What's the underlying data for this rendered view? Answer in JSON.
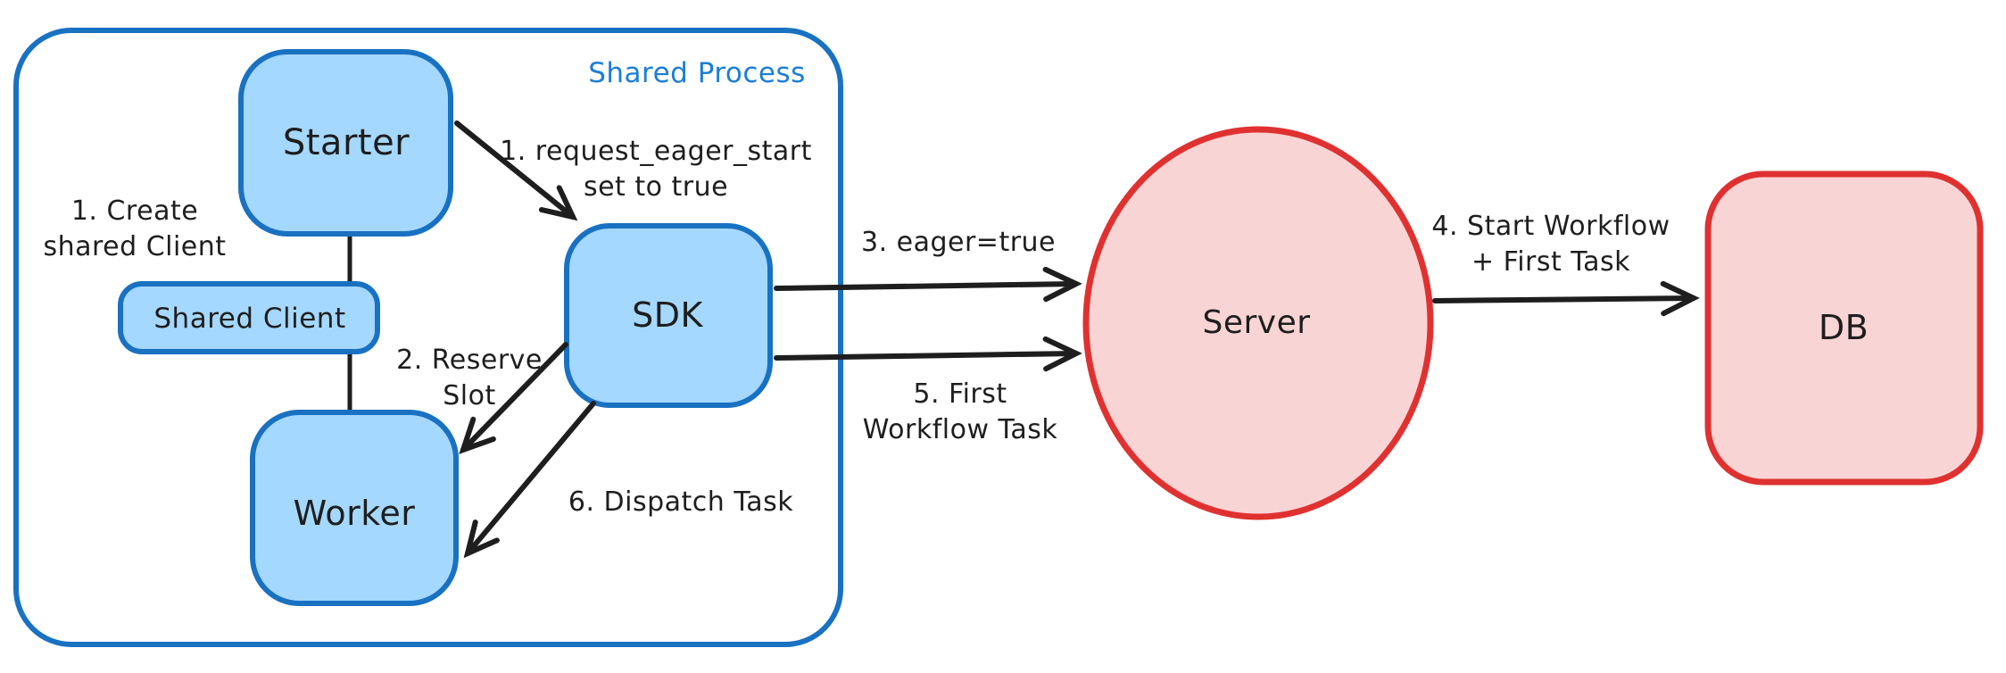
{
  "diagram": {
    "frame": {
      "label": "Shared Process"
    },
    "nodes": {
      "starter": {
        "label": "Starter"
      },
      "shared_client": {
        "label": "Shared Client"
      },
      "worker": {
        "label": "Worker"
      },
      "sdk": {
        "label": "SDK"
      },
      "server": {
        "label": "Server"
      },
      "db": {
        "label": "DB"
      }
    },
    "annotations": {
      "create_shared_client": {
        "line1": "1. Create",
        "line2": "shared Client"
      },
      "request_eager_start": {
        "line1": "1. request_eager_start",
        "line2": "set to true"
      },
      "reserve_slot": {
        "line1": "2. Reserve",
        "line2": "Slot"
      },
      "dispatch_task": {
        "text": "6. Dispatch Task"
      },
      "eager_true": {
        "text": "3. eager=true"
      },
      "first_workflow_task": {
        "line1": "5. First",
        "line2": "Workflow Task"
      },
      "start_workflow": {
        "line1": "4. Start Workflow",
        "line2": "+ First Task"
      }
    },
    "colors": {
      "blue_stroke": "#1971c2",
      "blue_fill": "#a5d8ff",
      "blue_label": "#1c7ed6",
      "red_stroke": "#e03131",
      "red_fill": "#f9d4d4",
      "ink": "#1e1e1e"
    }
  }
}
